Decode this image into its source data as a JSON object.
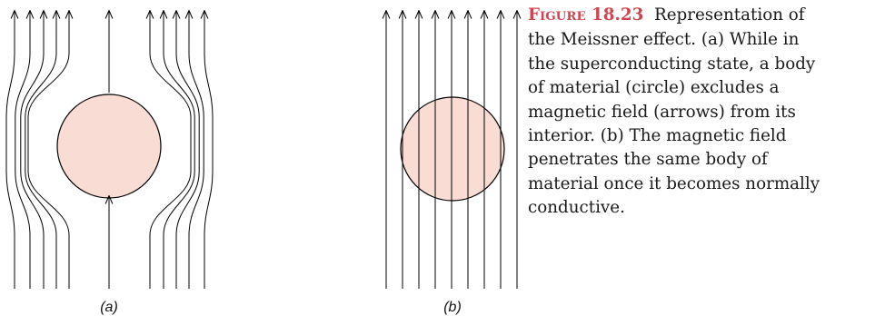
{
  "figure": {
    "label_prefix": "F",
    "label_smallcaps": "IGURE",
    "number": "18.23",
    "caption_lines": [
      "Representation of",
      "the Meissner effect. (a) While in",
      "the superconducting state, a body",
      "of material (circle) excludes a",
      "magnetic field (arrows) from its",
      "interior. (b) The magnetic field",
      "penetrates the same body of",
      "material once it becomes normally",
      "conductive."
    ]
  },
  "panels": [
    {
      "label": "(a)",
      "state": "superconducting",
      "field_lines": 11,
      "field_penetrates": false
    },
    {
      "label": "(b)",
      "state": "normal",
      "field_lines": 9,
      "field_penetrates": true
    }
  ],
  "colors": {
    "body_fill": "#f9dcd3",
    "line": "#000000",
    "figure_label": "#d0454f",
    "text": "#1a1a1a"
  }
}
